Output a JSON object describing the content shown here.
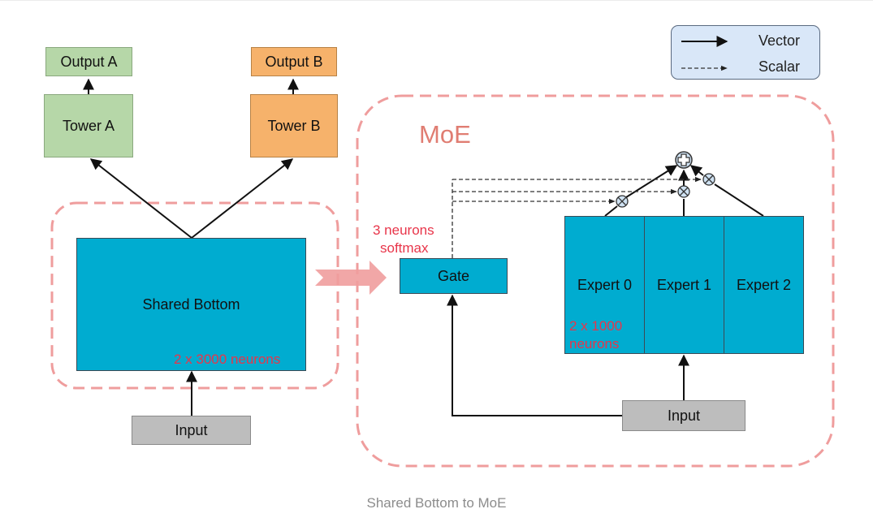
{
  "legend": {
    "vector_label": "Vector",
    "scalar_label": "Scalar"
  },
  "left": {
    "output_a": "Output A",
    "output_b": "Output B",
    "tower_a": "Tower A",
    "tower_b": "Tower B",
    "shared_bottom": "Shared Bottom",
    "neurons_label": "2 x 3000 neurons",
    "input": "Input"
  },
  "moe": {
    "title": "MoE",
    "gate_note_line1": "3 neurons",
    "gate_note_line2": "softmax",
    "gate": "Gate",
    "experts": [
      "Expert 0",
      "Expert 1",
      "Expert 2"
    ],
    "expert_note_line1": "2 x 1000",
    "expert_note_line2": "neurons",
    "input": "Input"
  },
  "caption": "Shared Bottom to MoE",
  "colors": {
    "green": "#b6d7a8",
    "orange": "#f6b26b",
    "teal": "#00acd0",
    "gray": "#bdbdbd",
    "dash_pink": "#ef9d9d",
    "red_text": "#e8354a",
    "legend_bg": "#d9e7f8"
  }
}
